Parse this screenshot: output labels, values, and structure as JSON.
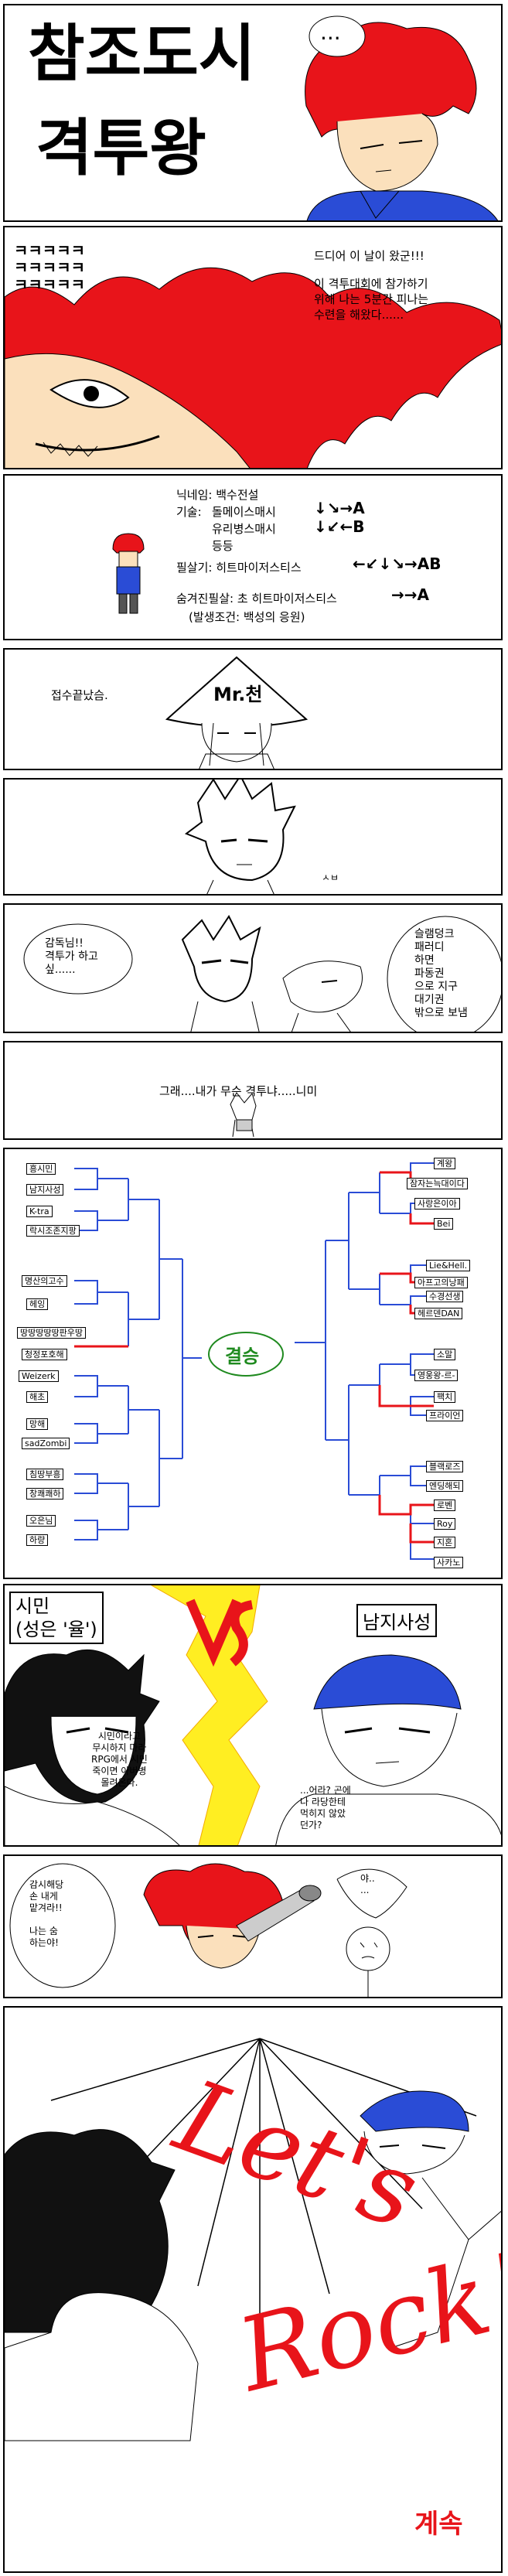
{
  "panel1": {
    "title_line1": "참조도시",
    "title_line2": "격투왕",
    "speech": "..."
  },
  "panel2": {
    "laugh": [
      "ㅋㅋㅋㅋㅋ",
      "ㅋㅋㅋㅋㅋ",
      "ㅋㅋㅋㅋㅋ"
    ],
    "line1": "드디어 이 날이 왔군!!!",
    "line2": "이 격투대회에 참가하기",
    "line3": "위해 나는 5분간 피나는",
    "line4": "수련을 해왔다......"
  },
  "panel3": {
    "nickname": "닉네임: 백수전설",
    "skill_label": "기술:",
    "skill1": "돌메이스매시",
    "skill2": "유리병스매시",
    "skill3": "등등",
    "special": "필살기: 히트마이저스티스",
    "hidden": "숨겨진필살: 초 히트마이저스티스",
    "condition": "(발생조건: 백성의 응원)",
    "key1": "↓↘→A",
    "key2": "↓↙←B",
    "key3": "←↙↓↘→AB",
    "key4": "→→A"
  },
  "panel4": {
    "text": "접수끝났슴.",
    "hat": "Mr.천"
  },
  "panel5": {
    "text": "ㅅㅂ"
  },
  "panel6": {
    "left": "감독님!!\n격투가 하고\n싶......",
    "right": "슬램덩크\n패러디\n하면\n파동권\n으로 지구\n대기권\n밖으로 보냄"
  },
  "panel7": {
    "text": "그래....내가 무슨 격투냐.....니미"
  },
  "panel8": {
    "center": "결승",
    "left": [
      "흥시민",
      "남지사성",
      "K-tra",
      "락시조존지팡",
      "명산의고수",
      "헤잉",
      "땅땅땅땅땅판우땅",
      "청정포호해",
      "Weizerk",
      "해초",
      "망해",
      "sadZombi",
      "침땅부흥",
      "창쾌쾌하",
      "오은님",
      "하량"
    ],
    "right": [
      "계왕",
      "잠자는늑대이다",
      "사랑은이아",
      "Bei",
      "Lie&Hell.",
      "아프고의낭패",
      "수경선생",
      "헤르덴DAN",
      "소말",
      "영웅왕-르-",
      "팩치",
      "프라이언",
      "블랙로즈",
      "엔딩해되",
      "로벤",
      "Roy",
      "지혼",
      "사카노"
    ]
  },
  "panel9": {
    "left_name": "시민\n(성은 '율')",
    "right_name": "남지사성",
    "left_speech": "시민이라고\n무시하지 마라\nRPG에서 시민\n죽이면 아버병\n몰려온다.",
    "right_speech": "...어라? 곤에\n나 라당한테\n먹히지 않았\n던가?"
  },
  "panel10": {
    "left": "감시해당\n손 내게\n맡겨라!!\n\n나는 숨\n하는야!",
    "right": "야..\n..."
  },
  "panel11": {
    "title1": "Let's",
    "title2": "Rock!!",
    "end": "계속"
  },
  "colors": {
    "red": "#e8141a",
    "blue": "#2a4cd6",
    "yellow": "#ffee22",
    "orange": "#f2aa00",
    "skin": "#fbe0bc",
    "green": "#1f8a1f"
  }
}
